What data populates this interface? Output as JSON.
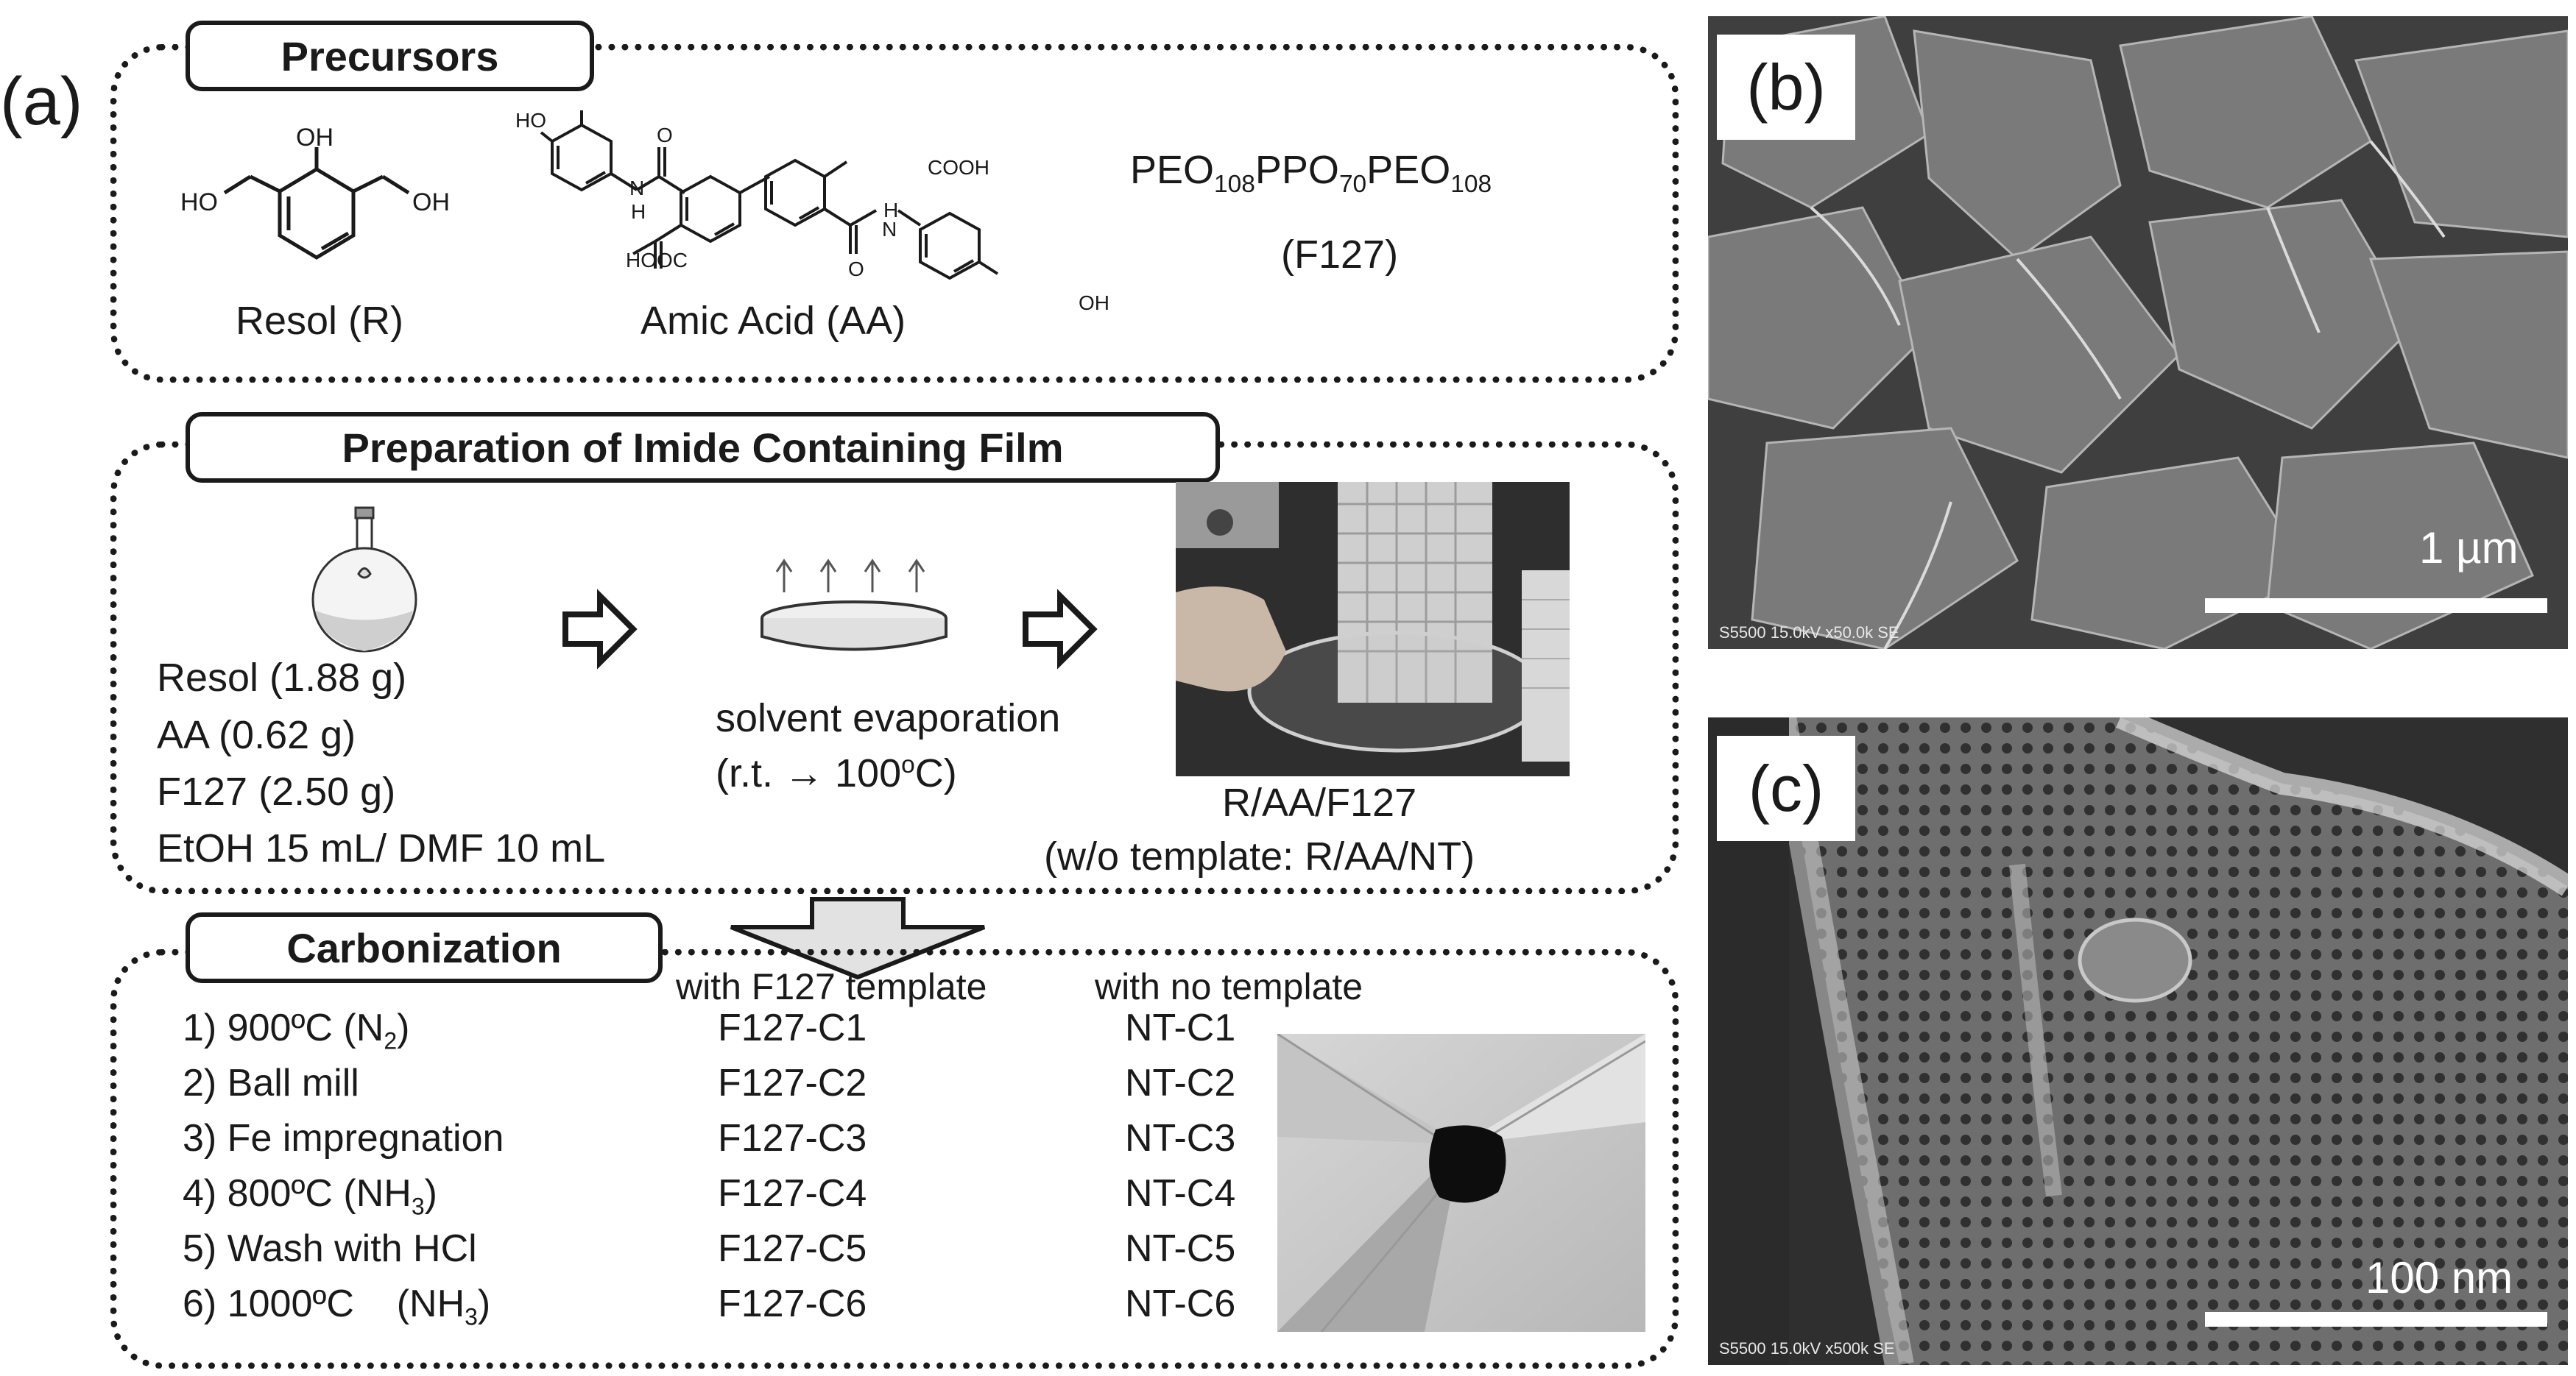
{
  "panel_a": {
    "letter": "(a)",
    "precursors": {
      "title": "Precursors",
      "resol_label": "Resol (R)",
      "amic_acid_label": "Amic Acid (AA)",
      "f127_formula": {
        "p1": "PEO",
        "s1": "108",
        "p2": "PPO",
        "s2": "70",
        "p3": "PEO",
        "s3": "108"
      },
      "f127_name": "(F127)",
      "chem_labels": {
        "oh": "OH",
        "ho": "HO",
        "cooh": "COOH",
        "hooc": "HOOC",
        "nh": "N",
        "h": "H",
        "o": "O"
      }
    },
    "preparation": {
      "title": "Preparation of Imide Containing Film",
      "ingredients": [
        "Resol (1.88 g)",
        "AA (0.62 g)",
        "F127 (2.50 g)",
        "EtOH 15 mL/ DMF 10 mL"
      ],
      "evap_line1": "solvent evaporation",
      "evap_line2_pre": "(r.t. → 100",
      "evap_line2_sup": "o",
      "evap_line2_post": "C)",
      "film_label": "R/AA/F127",
      "film_sublabel": "(w/o template: R/AA/NT)"
    },
    "carbonization": {
      "title": "Carbonization",
      "col_with": "with F127 template",
      "col_without": "with no template",
      "steps": [
        {
          "pre": "1) 900ºC (N",
          "sub": "2",
          "post": ")"
        },
        {
          "pre": "2) Ball mill",
          "sub": "",
          "post": ""
        },
        {
          "pre": "3) Fe impregnation",
          "sub": "",
          "post": ""
        },
        {
          "pre": "4) 800ºC (NH",
          "sub": "3",
          "post": ")"
        },
        {
          "pre": "5) Wash with HCl",
          "sub": "",
          "post": ""
        },
        {
          "pre": "6) 1000ºC    (NH",
          "sub": "3",
          "post": ")"
        }
      ],
      "with_template": [
        "F127-C1",
        "F127-C2",
        "F127-C3",
        "F127-C4",
        "F127-C5",
        "F127-C6"
      ],
      "no_template": [
        "NT-C1",
        "NT-C2",
        "NT-C3",
        "NT-C4",
        "NT-C5",
        "NT-C6"
      ]
    }
  },
  "panel_b": {
    "letter": "(b)",
    "scale": "1 µm",
    "meta": "S5500 15.0kV x50.0k SE"
  },
  "panel_c": {
    "letter": "(c)",
    "scale": "100 nm",
    "meta": "S5500 15.0kV x500k SE"
  }
}
